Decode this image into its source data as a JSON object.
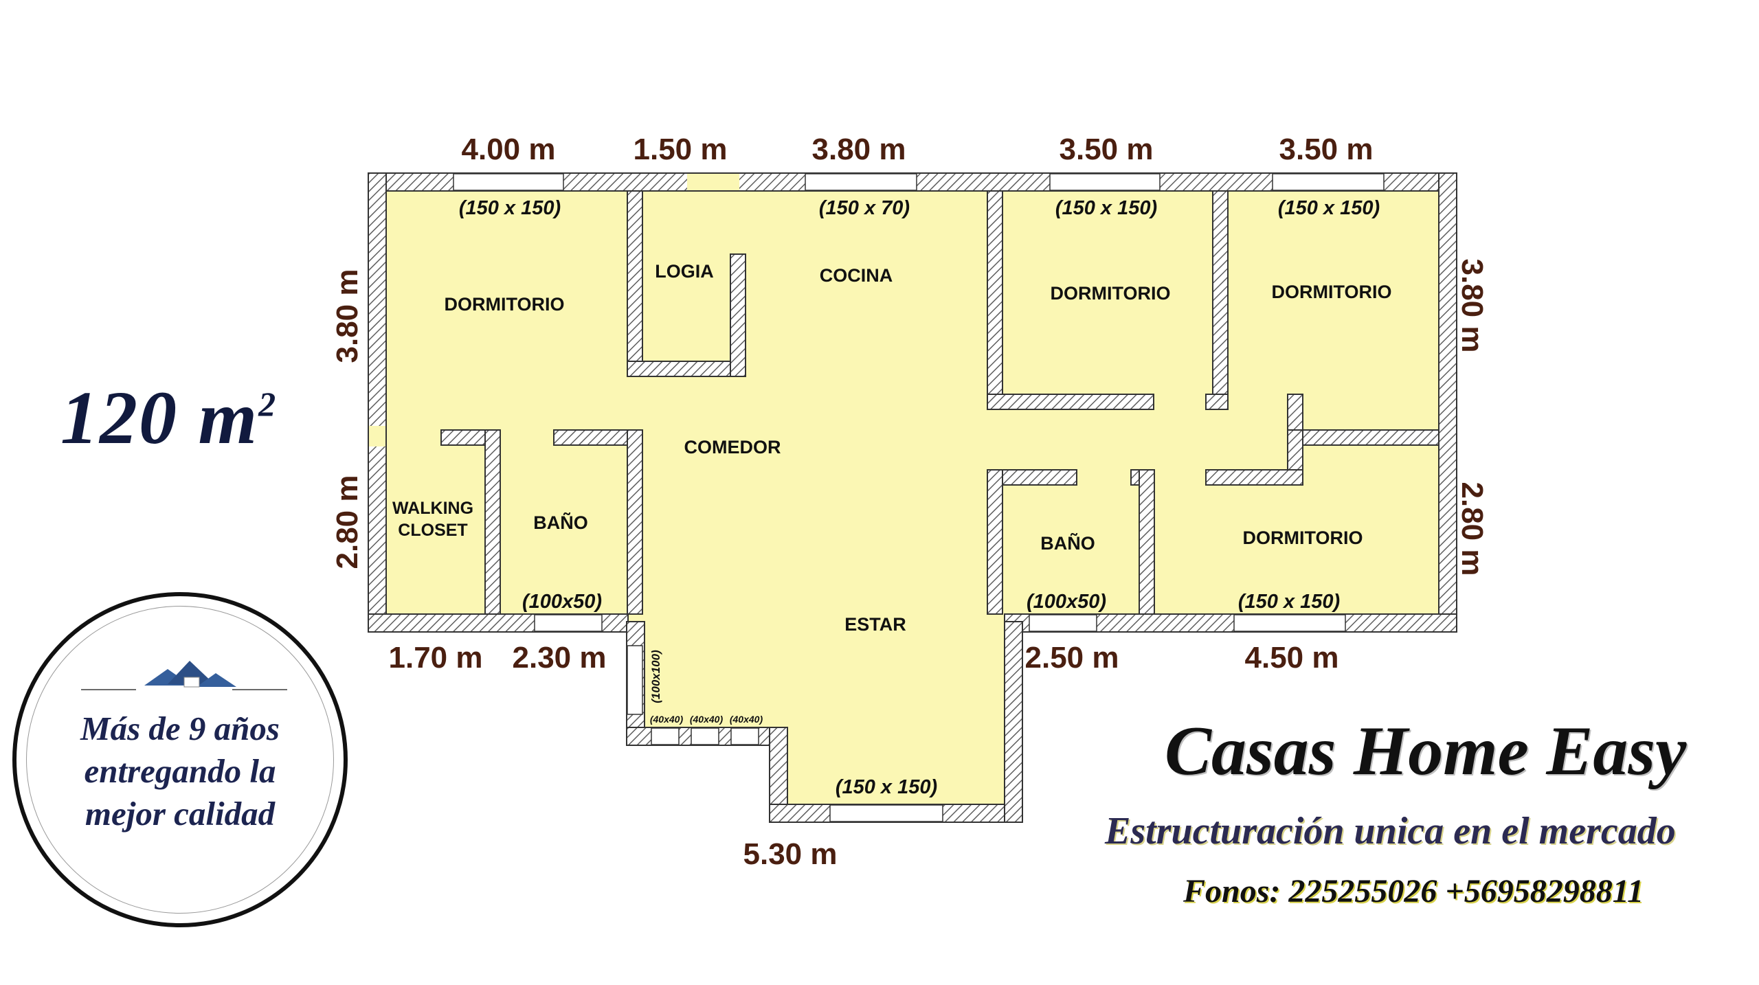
{
  "plan": {
    "total_area": "120 m",
    "area_exponent": "2",
    "dimensions_top": [
      "4.00 m",
      "1.50 m",
      "3.80 m",
      "3.50 m",
      "3.50 m"
    ],
    "dimensions_bottom": [
      "1.70 m",
      "2.30 m",
      "2.50 m",
      "4.50 m",
      "5.30 m"
    ],
    "dimensions_left": [
      "3.80 m",
      "2.80 m"
    ],
    "dimensions_right": [
      "3.80 m",
      "2.80 m"
    ],
    "rooms": {
      "dormitorio_1": "DORMITORIO",
      "logia": "LOGIA",
      "cocina": "COCINA",
      "dormitorio_2": "DORMITORIO",
      "dormitorio_3": "DORMITORIO",
      "comedor": "COMEDOR",
      "walking_closet_line1": "WALKING",
      "walking_closet_line2": "CLOSET",
      "bano_1": "BAÑO",
      "bano_2": "BAÑO",
      "dormitorio_4": "DORMITORIO",
      "estar": "ESTAR"
    },
    "windows": {
      "dorm1": "(150 x 150)",
      "cocina": "(150 x 70)",
      "dorm2": "(150 x 150)",
      "dorm3": "(150 x 150)",
      "bano1": "(100x50)",
      "bano2": "(100x50)",
      "dorm4": "(150 x 150)",
      "estar": "(150 x 150)",
      "comedor_side": "(100x100)",
      "small_1": "(40x40)",
      "small_2": "(40x40)",
      "small_3": "(40x40)"
    }
  },
  "badge": {
    "line1": "Más de 9 años",
    "line2": "entregando la",
    "line3": "mejor calidad"
  },
  "company": {
    "name": "Casas Home Easy",
    "slogan": "Estructuración unica en el mercado",
    "phones": "Fonos: 225255026 +56958298811"
  },
  "colors": {
    "room_fill": "#fbf7b4",
    "wall": "#6b6b6b",
    "dimension_text": "#4a1f10",
    "area_text": "#111a3e"
  }
}
